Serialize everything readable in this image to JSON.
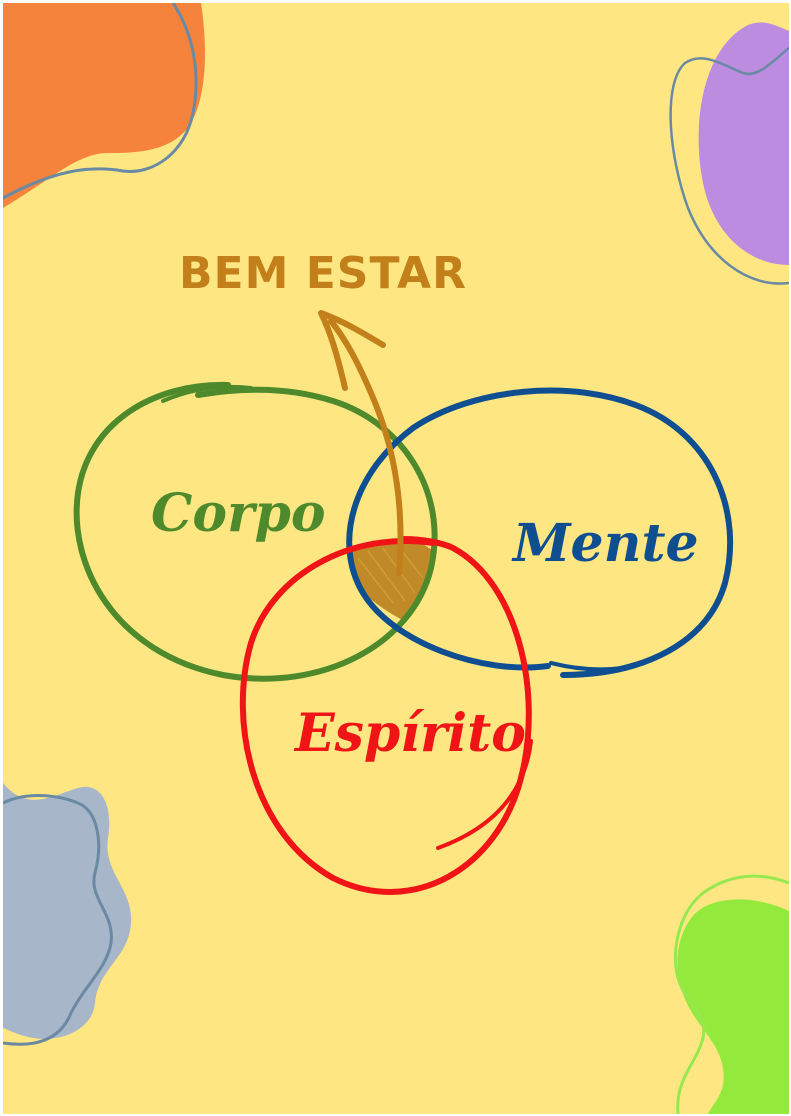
{
  "diagram": {
    "title": "BEM ESTAR",
    "circles": [
      {
        "label": "Corpo",
        "color": "#4e8a2c"
      },
      {
        "label": "Mente",
        "color": "#0f4f91"
      },
      {
        "label": "Espírito",
        "color": "#f01416"
      }
    ],
    "arrow_color": "#c27f1a",
    "intersection_color": "#b9801f"
  },
  "colors": {
    "background": "#fee783",
    "blob_orange": "#f5833b",
    "blob_purple": "#bc8ce0",
    "blob_blue": "#a7b6c8",
    "blob_green": "#93ea3d",
    "outline": "#6a8aa4",
    "outline_green": "#97e84e"
  }
}
